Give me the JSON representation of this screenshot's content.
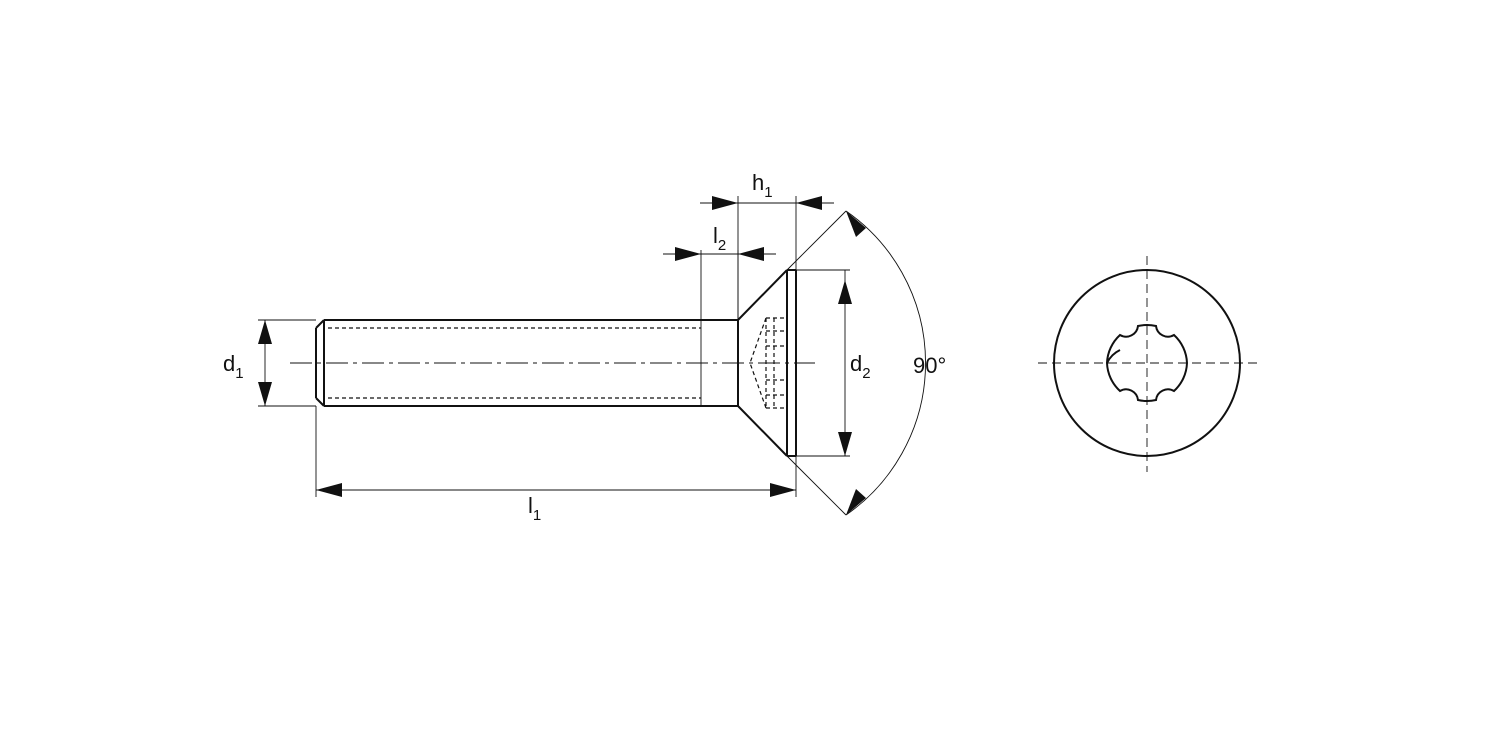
{
  "diagram": {
    "labels": {
      "d1_main": "d",
      "d1_sub": "1",
      "d2_main": "d",
      "d2_sub": "2",
      "l1_main": "l",
      "l1_sub": "1",
      "l2_main": "l",
      "l2_sub": "2",
      "h1_main": "h",
      "h1_sub": "1",
      "angle": "90°"
    }
  }
}
